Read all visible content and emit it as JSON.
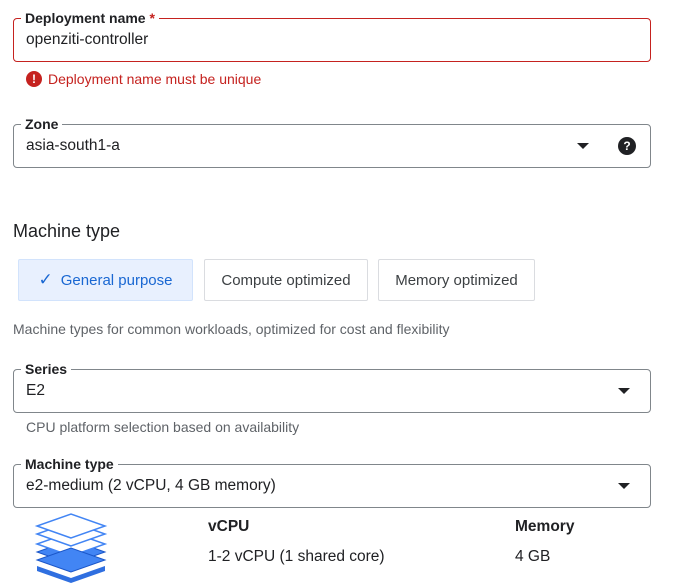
{
  "deployment": {
    "label": "Deployment name",
    "required_mark": "*",
    "value": "openziti-controller",
    "error": "Deployment name must be unique",
    "error_icon": "!"
  },
  "zone": {
    "label": "Zone",
    "value": "asia-south1-a",
    "help_icon": "?"
  },
  "machine_type_section": {
    "title": "Machine type",
    "tabs": [
      {
        "label": "General purpose",
        "selected": true,
        "check": "✓"
      },
      {
        "label": "Compute optimized",
        "selected": false
      },
      {
        "label": "Memory optimized",
        "selected": false
      }
    ],
    "description": "Machine types for common workloads, optimized for cost and flexibility"
  },
  "series": {
    "label": "Series",
    "value": "E2",
    "hint": "CPU platform selection based on availability"
  },
  "machine_type": {
    "label": "Machine type",
    "value": "e2-medium (2 vCPU, 4 GB memory)"
  },
  "specs": {
    "vcpu_header": "vCPU",
    "vcpu_value": "1-2 vCPU (1 shared core)",
    "memory_header": "Memory",
    "memory_value": "4 GB"
  },
  "colors": {
    "error": "#c5221f",
    "accent": "#1967d2",
    "selected_bg": "#e8f0fe",
    "stack_icon": "#4285f4"
  }
}
